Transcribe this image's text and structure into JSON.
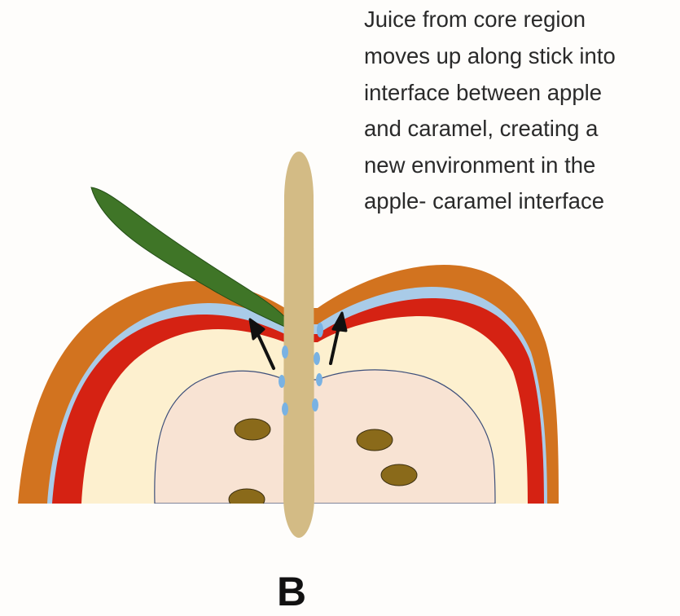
{
  "annotation": {
    "lines": [
      "Juice from core region",
      "moves up along stick into",
      "interface between apple",
      "and caramel, creating a",
      "new environment in the",
      "apple- caramel interface"
    ]
  },
  "panel_label": "B",
  "colors": {
    "caramel": "#d2731f",
    "apple_skin": "#d52213",
    "juice_layer": "#a9cbe8",
    "apple_flesh": "#fdf0cf",
    "core": "#f8e3d3",
    "seed": "#8a6a1a",
    "stick": "#d3bb85",
    "leaf": "#3f7527",
    "arrow": "#111111",
    "juice_drops": "#79b2e3"
  }
}
